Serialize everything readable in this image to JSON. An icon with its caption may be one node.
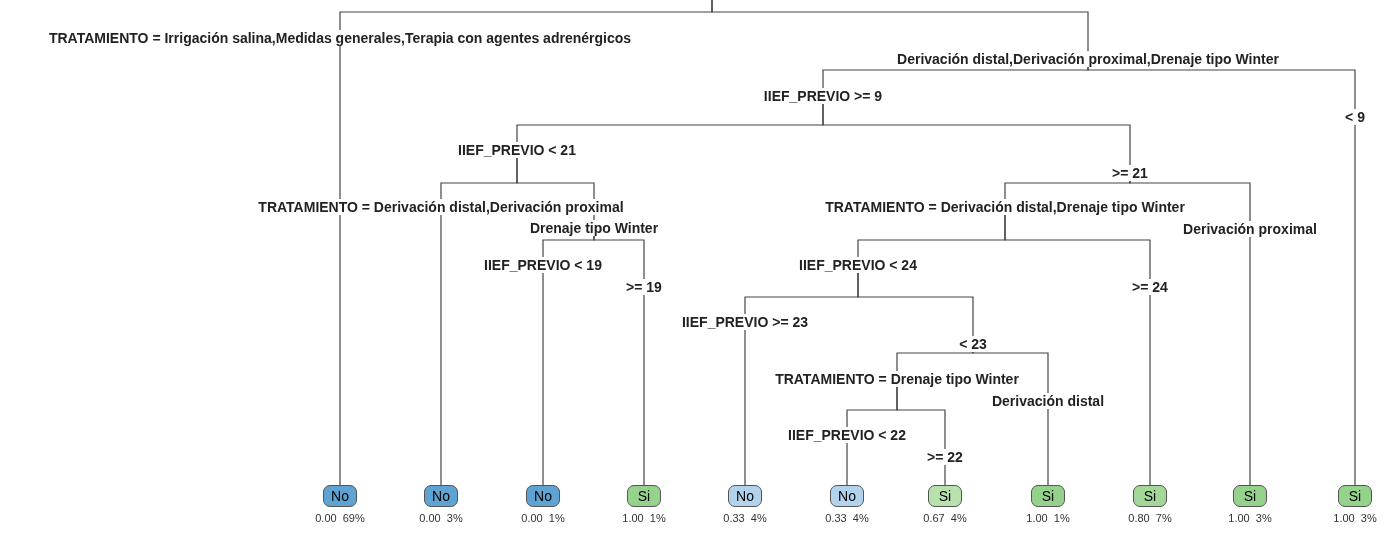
{
  "diagram": {
    "nodes": [
      {
        "text": [
          "TRATAMIENTO = Irrigación salina,Medidas generales,Terapia con agentes adrenérgicos"
        ]
      },
      {
        "text": [
          "Derivación distal,Derivación proximal,Drenaje tipo Winter"
        ]
      },
      {
        "text": [
          "IIEF_PREVIO >= 9"
        ]
      },
      {
        "text": [
          "< 9"
        ]
      },
      {
        "text": [
          "IIEF_PREVIO < 21"
        ]
      },
      {
        "text": [
          ">= 21"
        ]
      },
      {
        "text": [
          "TRATAMIENTO = Derivación distal,Derivación proximal"
        ]
      },
      {
        "text": [
          "Drenaje tipo Winter"
        ]
      },
      {
        "text": [
          "IIEF_PREVIO < 19"
        ]
      },
      {
        "text": [
          ">= 19"
        ]
      },
      {
        "text": [
          "TRATAMIENTO = Derivación distal,Drenaje tipo Winter"
        ]
      },
      {
        "text": [
          "Derivación proximal"
        ]
      },
      {
        "text": [
          "IIEF_PREVIO < 24"
        ]
      },
      {
        "text": [
          ">= 24"
        ]
      },
      {
        "text": [
          "IIEF_PREVIO >= 23"
        ]
      },
      {
        "text": [
          "< 23"
        ]
      },
      {
        "text": [
          "TRATAMIENTO = Drenaje tipo Winter"
        ]
      },
      {
        "text": [
          "Derivación distal"
        ]
      },
      {
        "text": [
          "IIEF_PREVIO < 22"
        ]
      },
      {
        "text": [
          ">= 22"
        ]
      },
      {
        "text": [
          "No"
        ],
        "beside": [
          "0.00  69%"
        ]
      },
      {
        "text": [
          "No"
        ],
        "beside": [
          "0.00  3%"
        ]
      },
      {
        "text": [
          "No"
        ],
        "beside": [
          "0.00  1%"
        ]
      },
      {
        "text": [
          "Si"
        ],
        "beside": [
          "1.00  1%"
        ]
      },
      {
        "text": [
          "No"
        ],
        "beside": [
          "0.33  4%"
        ]
      },
      {
        "text": [
          "No"
        ],
        "beside": [
          "0.33  4%"
        ]
      },
      {
        "text": [
          "Si"
        ],
        "beside": [
          "0.67  4%"
        ]
      },
      {
        "text": [
          "Si"
        ],
        "beside": [
          "1.00  1%"
        ]
      },
      {
        "text": [
          "Si"
        ],
        "beside": [
          "0.80  7%"
        ]
      },
      {
        "text": [
          "Si"
        ],
        "beside": [
          "1.00  3%"
        ]
      },
      {
        "text": [
          "Si"
        ],
        "beside": [
          "1.00  3%"
        ]
      }
    ],
    "edges": [
      {
        "from": null,
        "to": 0,
        "arrow": "none"
      },
      {
        "from": null,
        "to": 1,
        "arrow": "none"
      },
      {
        "from": 0,
        "to": 20,
        "arrow": "none"
      },
      {
        "from": 1,
        "to": 2,
        "arrow": "none"
      },
      {
        "from": 1,
        "to": 3,
        "arrow": "none"
      },
      {
        "from": 3,
        "to": 30,
        "arrow": "none"
      },
      {
        "from": 2,
        "to": 4,
        "arrow": "none"
      },
      {
        "from": 2,
        "to": 5,
        "arrow": "none"
      },
      {
        "from": 4,
        "to": 6,
        "arrow": "none"
      },
      {
        "from": 4,
        "to": 7,
        "arrow": "none"
      },
      {
        "from": 6,
        "to": 21,
        "arrow": "none"
      },
      {
        "from": 7,
        "to": 8,
        "arrow": "none"
      },
      {
        "from": 7,
        "to": 9,
        "arrow": "none"
      },
      {
        "from": 8,
        "to": 22,
        "arrow": "none"
      },
      {
        "from": 9,
        "to": 23,
        "arrow": "none"
      },
      {
        "from": 5,
        "to": 10,
        "arrow": "none"
      },
      {
        "from": 5,
        "to": 11,
        "arrow": "none"
      },
      {
        "from": 11,
        "to": 29,
        "arrow": "none"
      },
      {
        "from": 10,
        "to": 12,
        "arrow": "none"
      },
      {
        "from": 10,
        "to": 13,
        "arrow": "none"
      },
      {
        "from": 13,
        "to": 28,
        "arrow": "none"
      },
      {
        "from": 12,
        "to": 14,
        "arrow": "none"
      },
      {
        "from": 12,
        "to": 15,
        "arrow": "none"
      },
      {
        "from": 14,
        "to": 24,
        "arrow": "none"
      },
      {
        "from": 15,
        "to": 16,
        "arrow": "none"
      },
      {
        "from": 15,
        "to": 17,
        "arrow": "none"
      },
      {
        "from": 17,
        "to": 27,
        "arrow": "none"
      },
      {
        "from": 16,
        "to": 18,
        "arrow": "none"
      },
      {
        "from": 16,
        "to": 19,
        "arrow": "none"
      },
      {
        "from": 18,
        "to": 25,
        "arrow": "none"
      },
      {
        "from": 19,
        "to": 26,
        "arrow": "none"
      }
    ]
  }
}
